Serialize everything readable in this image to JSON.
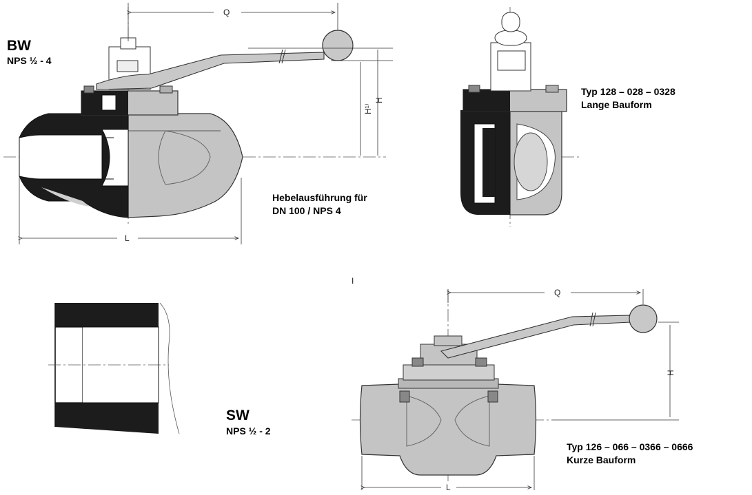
{
  "bw": {
    "code": "BW",
    "range": "NPS ½ - 4"
  },
  "sw": {
    "code": "SW",
    "range": "NPS ½ - 2"
  },
  "lever_note": {
    "line1": "Hebelausführung für",
    "line2": "DN 100 / NPS 4"
  },
  "long_type": {
    "line1": "Typ 128 – 028 – 0328",
    "line2": "Lange Bauform"
  },
  "short_type": {
    "line1": "Typ 126 – 066 – 0366 – 0666",
    "line2": "Kurze Bauform"
  },
  "dimensions": {
    "q": "Q",
    "l": "L",
    "h": "H",
    "h1": "H¹⁾",
    "tick": "I"
  },
  "colors": {
    "body_gray": "#bdbdbd",
    "section_black": "#1a1a1a",
    "line": "#333333"
  }
}
